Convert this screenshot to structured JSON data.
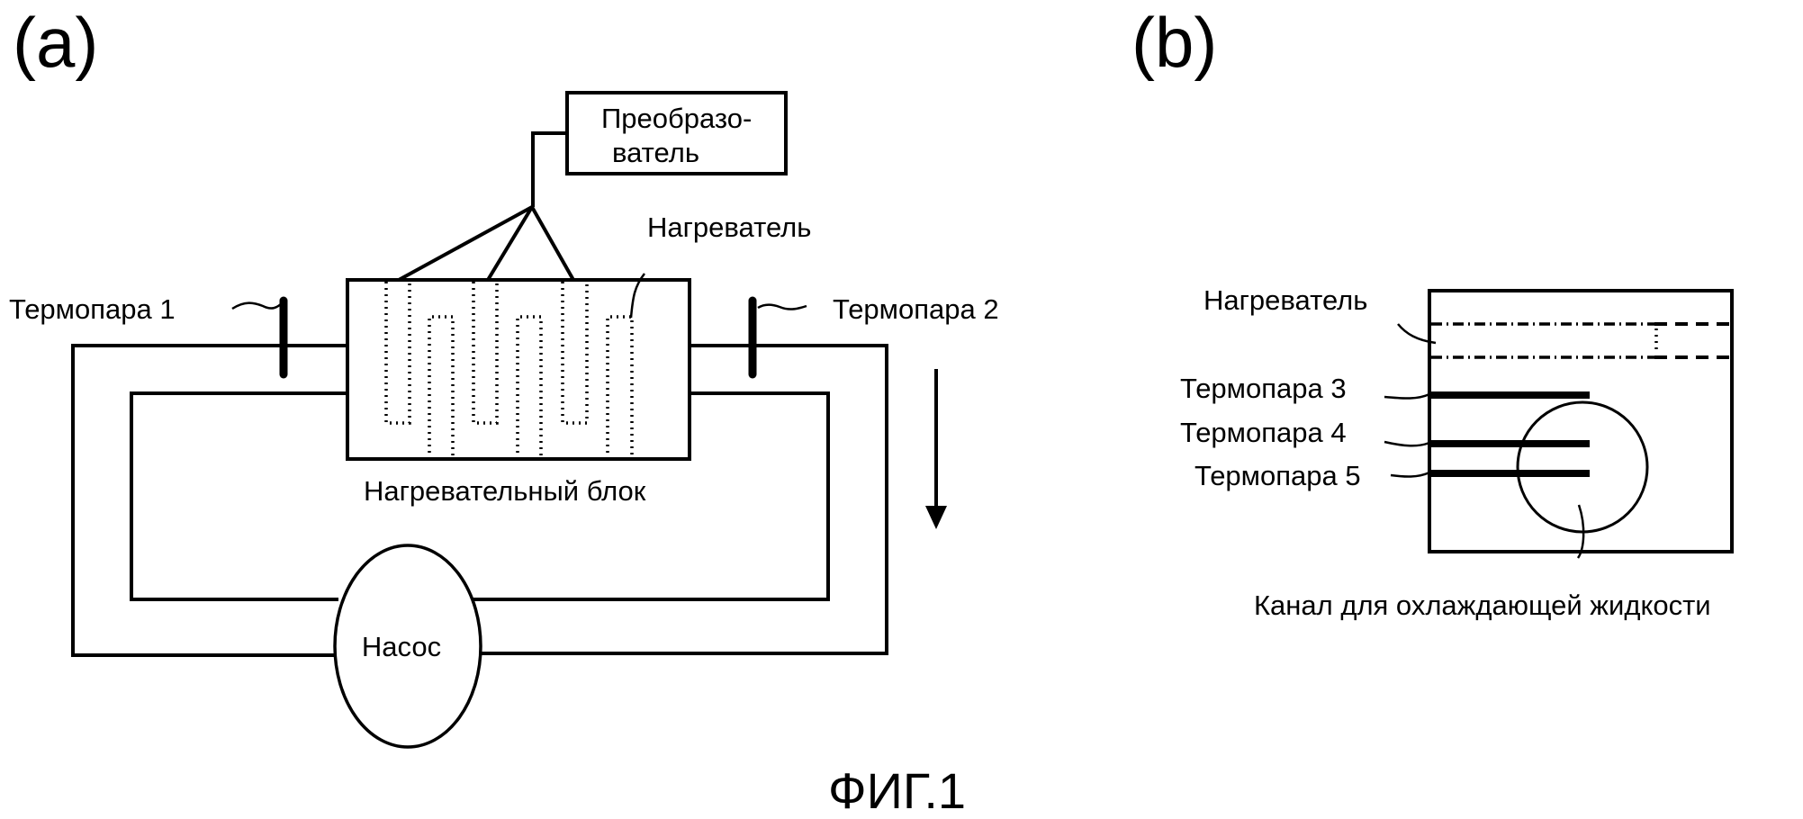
{
  "figure": {
    "caption": "ФИГ.1",
    "panels": [
      {
        "id": "a",
        "label": "(a)",
        "converter_line1": "Преобразо-",
        "converter_line2": "ватель",
        "heater": "Нагреватель",
        "heating_block": "Нагревательный блок",
        "thermocouple_1": "Термопара 1",
        "thermocouple_2": "Термопара 2",
        "pump": "Насос",
        "flow_direction": "down"
      },
      {
        "id": "b",
        "label": "(b)",
        "heater": "Нагреватель",
        "thermocouple_3": "Термопара 3",
        "thermocouple_4": "Термопара 4",
        "thermocouple_5": "Термопара 5",
        "coolant_channel": "Канал для охлаждающей жидкости"
      }
    ]
  }
}
